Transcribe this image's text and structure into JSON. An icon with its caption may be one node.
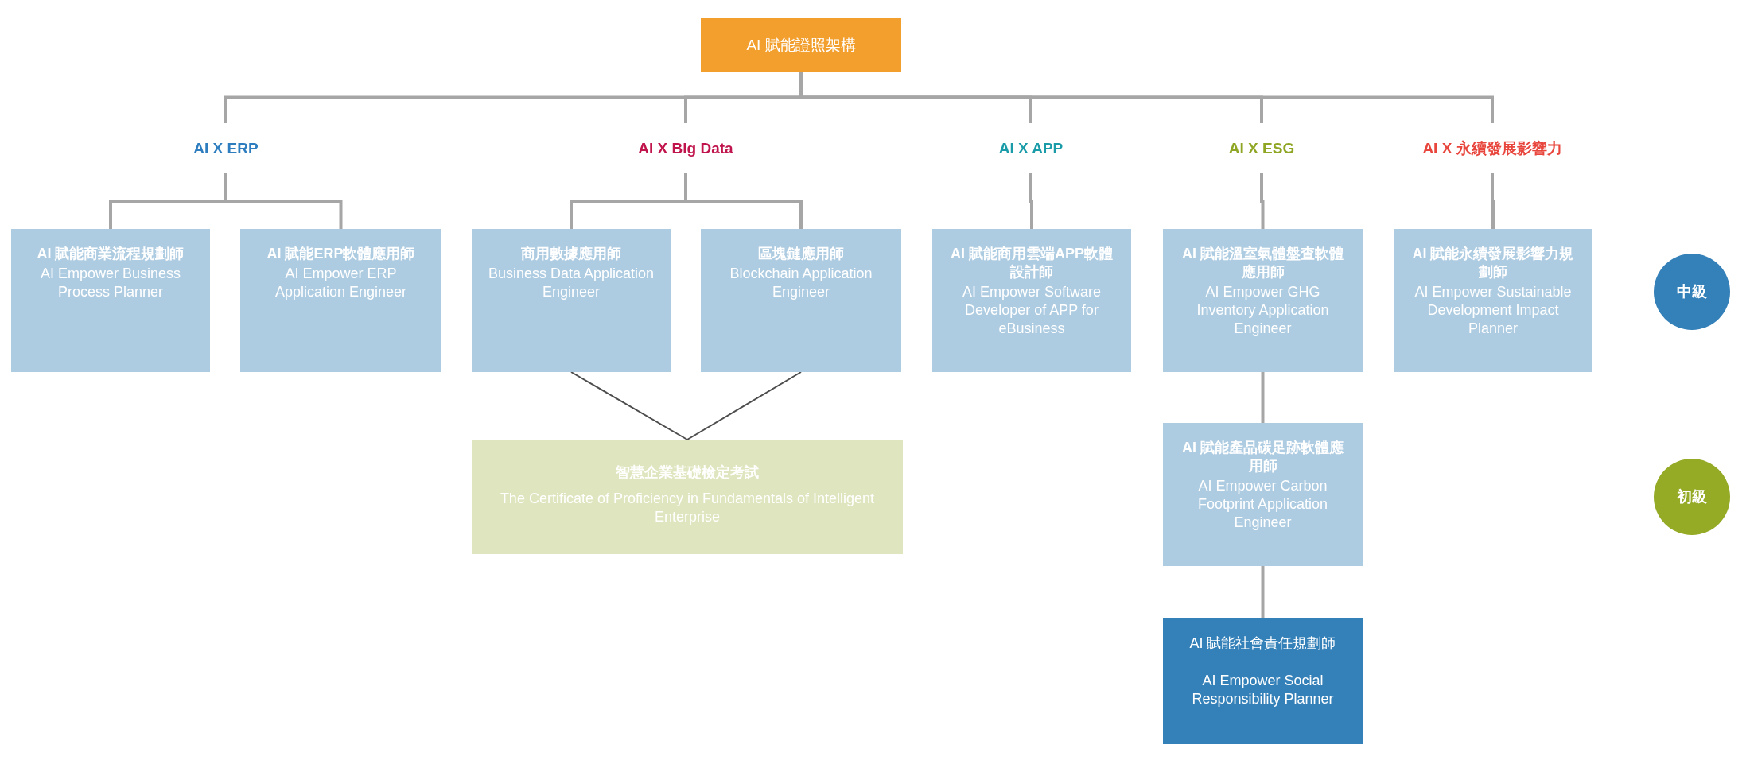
{
  "diagram": {
    "nodes": [
      {
        "text": [
          "AI 賦能證照架構"
        ]
      },
      {
        "text": [
          "AI X ERP"
        ]
      },
      {
        "text": [
          "AI X Big Data"
        ]
      },
      {
        "text": [
          "AI X APP"
        ]
      },
      {
        "text": [
          "AI X ESG"
        ]
      },
      {
        "text": [
          "AI X 永續發展影響力"
        ]
      },
      {
        "text": [
          "AI 賦能商業流程規劃師",
          "AI Empower Business Process Planner"
        ]
      },
      {
        "text": [
          "AI 賦能ERP軟體應用師",
          "AI Empower ERP Application Engineer"
        ]
      },
      {
        "text": [
          "商用數據應用師",
          "Business Data Application Engineer"
        ]
      },
      {
        "text": [
          "區塊鏈應用師",
          "Blockchain Application Engineer"
        ]
      },
      {
        "text": [
          "AI 賦能商用雲端APP軟體設計師",
          "AI Empower Software Developer of APP for eBusiness"
        ]
      },
      {
        "text": [
          "AI 賦能溫室氣體盤查軟體應用師",
          "AI Empower GHG Inventory Application Engineer"
        ]
      },
      {
        "text": [
          "AI 賦能永續發展影響力規劃師",
          "AI Empower Sustainable Development Impact Planner"
        ]
      },
      {
        "text": [
          "中級"
        ]
      },
      {
        "text": [
          "智慧企業基礎檢定考試",
          "The Certificate of Proficiency in Fundamentals of Intelligent Enterprise"
        ]
      },
      {
        "text": [
          "AI 賦能產品碳足跡軟體應用師",
          "AI Empower Carbon Footprint Application Engineer"
        ]
      },
      {
        "text": [
          "初級"
        ]
      },
      {
        "text": [
          "AI 賦能社會責任規劃師",
          "AI Empower Social Responsibility Planner"
        ]
      }
    ],
    "edges": [
      {
        "from": 0,
        "to": 1,
        "arrow": "none"
      },
      {
        "from": 0,
        "to": 2,
        "arrow": "none"
      },
      {
        "from": 0,
        "to": 3,
        "arrow": "none"
      },
      {
        "from": 0,
        "to": 4,
        "arrow": "none"
      },
      {
        "from": 0,
        "to": 5,
        "arrow": "none"
      },
      {
        "from": 1,
        "to": 6,
        "arrow": "none"
      },
      {
        "from": 1,
        "to": 7,
        "arrow": "none"
      },
      {
        "from": 2,
        "to": 8,
        "arrow": "none"
      },
      {
        "from": 2,
        "to": 9,
        "arrow": "none"
      },
      {
        "from": 3,
        "to": 10,
        "arrow": "none"
      },
      {
        "from": 4,
        "to": 11,
        "arrow": "none"
      },
      {
        "from": 5,
        "to": 12,
        "arrow": "none"
      },
      {
        "from": 8,
        "to": 14,
        "arrow": "none",
        "color": "#4d4d4d"
      },
      {
        "from": 9,
        "to": 14,
        "arrow": "none",
        "color": "#4d4d4d"
      },
      {
        "from": 11,
        "to": 15,
        "arrow": "none"
      },
      {
        "from": 15,
        "to": 17,
        "arrow": "none"
      }
    ]
  }
}
